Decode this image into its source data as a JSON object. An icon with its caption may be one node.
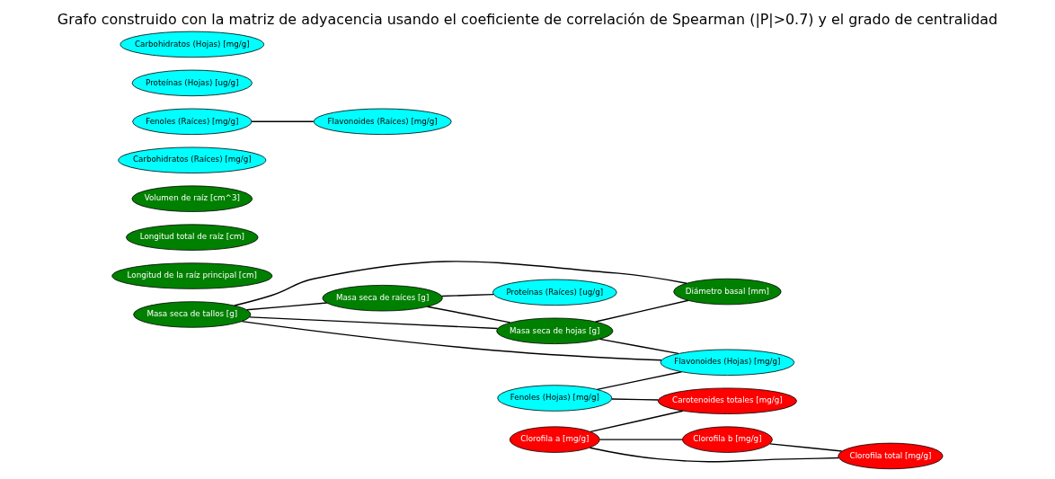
{
  "diagram": {
    "title": "Grafo construido con la matriz de adyacencia usando el coeficiente de correlación de Spearman (|P|>0.7) y el grado de centralidad",
    "nodes": [
      {
        "text": [
          "Masa seca de tallos [g]"
        ]
      },
      {
        "text": [
          "Masa seca de raíces [g]"
        ]
      },
      {
        "text": [
          "Masa seca de hojas [g]"
        ]
      },
      {
        "text": [
          "Diámetro basal [mm]"
        ]
      },
      {
        "text": [
          "Longitud de la raíz principal [cm]"
        ]
      },
      {
        "text": [
          "Longitud total de raíz [cm]"
        ]
      },
      {
        "text": [
          "Volumen de raíz [cm^3]"
        ]
      },
      {
        "text": [
          "Proteínas (Raíces) [ug/g]"
        ]
      },
      {
        "text": [
          "Carbohidratos (Raíces) [mg/g]"
        ]
      },
      {
        "text": [
          "Fenoles (Raíces) [mg/g]"
        ]
      },
      {
        "text": [
          "Flavonoides (Raíces) [mg/g]"
        ]
      },
      {
        "text": [
          "Proteínas (Hojas) [ug/g]"
        ]
      },
      {
        "text": [
          "Carbohidratos (Hojas) [mg/g]"
        ]
      },
      {
        "text": [
          "Fenoles (Hojas) [mg/g]"
        ]
      },
      {
        "text": [
          "Flavonoides (Hojas) [mg/g]"
        ]
      },
      {
        "text": [
          "Clorofila a [mg/g]"
        ]
      },
      {
        "text": [
          "Clorofila b [mg/g]"
        ]
      },
      {
        "text": [
          "Clorofila total [mg/g]"
        ]
      },
      {
        "text": [
          "Carotenoides totales [mg/g]"
        ]
      }
    ],
    "edges": [
      {
        "from": 0,
        "to": 1,
        "arrow": "none"
      },
      {
        "from": 0,
        "to": 2,
        "arrow": "none"
      },
      {
        "from": 0,
        "to": 3,
        "arrow": "none"
      },
      {
        "from": 0,
        "to": 14,
        "arrow": "none"
      },
      {
        "from": 1,
        "to": 2,
        "arrow": "none"
      },
      {
        "from": 1,
        "to": 7,
        "arrow": "none"
      },
      {
        "from": 2,
        "to": 3,
        "arrow": "none"
      },
      {
        "from": 2,
        "to": 14,
        "arrow": "none"
      },
      {
        "from": 9,
        "to": 10,
        "arrow": "none"
      },
      {
        "from": 13,
        "to": 14,
        "arrow": "none"
      },
      {
        "from": 13,
        "to": 18,
        "arrow": "none"
      },
      {
        "from": 15,
        "to": 16,
        "arrow": "none"
      },
      {
        "from": 15,
        "to": 17,
        "arrow": "none"
      },
      {
        "from": 15,
        "to": 18,
        "arrow": "none"
      },
      {
        "from": 16,
        "to": 17,
        "arrow": "none"
      }
    ]
  }
}
